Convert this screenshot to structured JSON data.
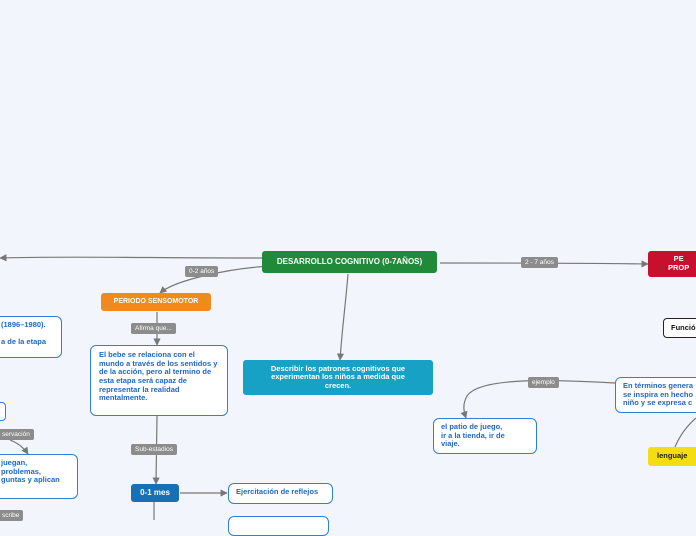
{
  "nodes": {
    "central": "DESARROLLO COGNITIVO (0-7AÑOS)",
    "period": "PERIODO SENSOMOTOR",
    "describe": "Describir los patrones cognitivos que experimentan los niños a medida que crecen.",
    "baby": "El bebe se relaciona con el mundo a través de los sentidos y\nde la acción, pero al termino de esta etapa será capaz de representar la realidad mentalmente.",
    "month": "0-1 mes",
    "reflexes": "Ejercitación de reflejos",
    "right_red": "PE\nPROP",
    "funcion": "Funció",
    "en_terminos": "En términos genera\nse inspira en hecho\nniño y se expresa c",
    "patio": "el patio de juego,\nir  a la tienda, ir de\nviaje.",
    "lenguaje": "lenguaje",
    "left_top": "(1896–1980).\n\na de la etapa",
    "left_mid": "juegan,\nproblemas,\nguntas y aplican"
  },
  "labels": {
    "age_0_2": "0-2 años",
    "age_2_7": "2 - 7 años",
    "afirma": "Afirma que...",
    "subestadios": "Sub-estadios",
    "ejemplo": "ejemplo",
    "observacion": "servación",
    "describe": "scribe"
  },
  "colors": {
    "central": "#218a3a",
    "period": "#f08a1c",
    "describe": "#17a1c4",
    "month": "#1670b5",
    "red": "#c8102e",
    "lenguaje": "#f4dd12",
    "card_border": "#2f7fd6",
    "edge": "#777777"
  }
}
